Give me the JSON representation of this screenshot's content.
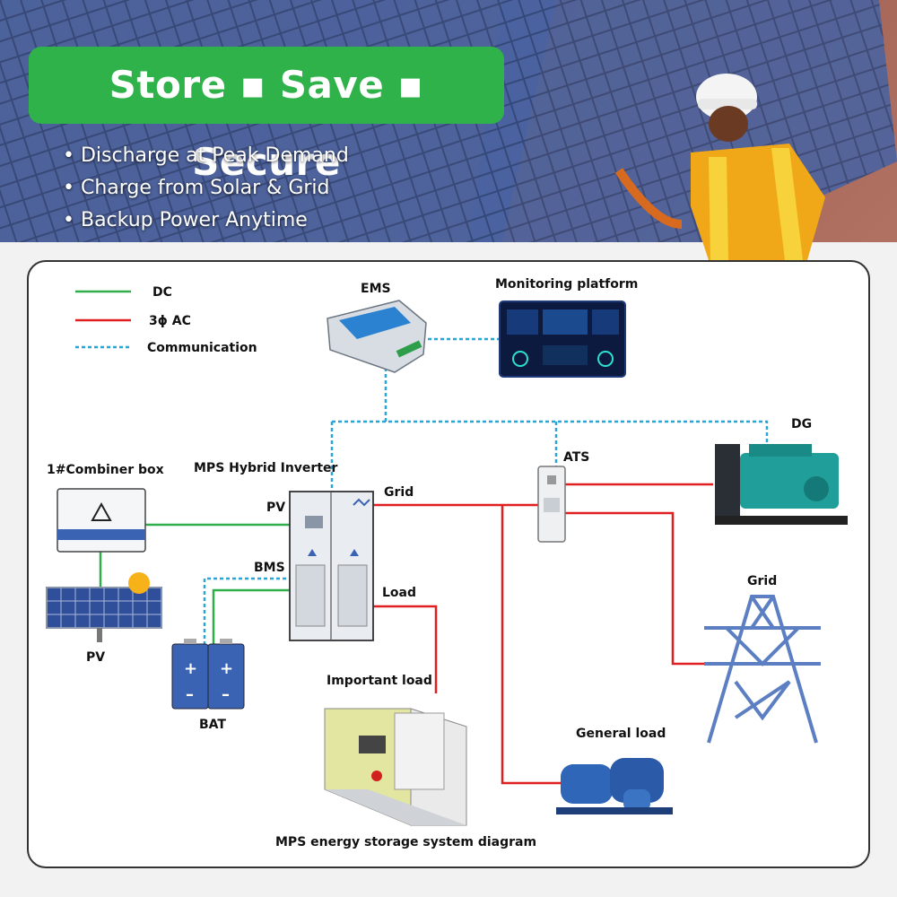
{
  "hero": {
    "title": "Store ▪ Save ▪ Secure",
    "bullets": [
      "Discharge at Peak Demand",
      "Charge from Solar & Grid",
      "Backup Power Anytime"
    ]
  },
  "legend": {
    "dc": "DC",
    "ac": "3ϕ AC",
    "comm": "Communication"
  },
  "labels": {
    "ems": "EMS",
    "monitoring": "Monitoring platform",
    "combiner": "1#Combiner box",
    "inverter": "MPS Hybrid Inverter",
    "pv_port": "PV",
    "bms_port": "BMS",
    "grid_port": "Grid",
    "load_port": "Load",
    "ats": "ATS",
    "dg": "DG",
    "grid_tower": "Grid",
    "pv": "PV",
    "bat": "BAT",
    "important_load": "Important load",
    "general_load": "General load",
    "caption": "MPS energy storage system diagram"
  },
  "colors": {
    "dc": "#2fae4a",
    "ac": "#e02020",
    "comm": "#2aa6d6",
    "brand_green": "#2fb24a"
  }
}
